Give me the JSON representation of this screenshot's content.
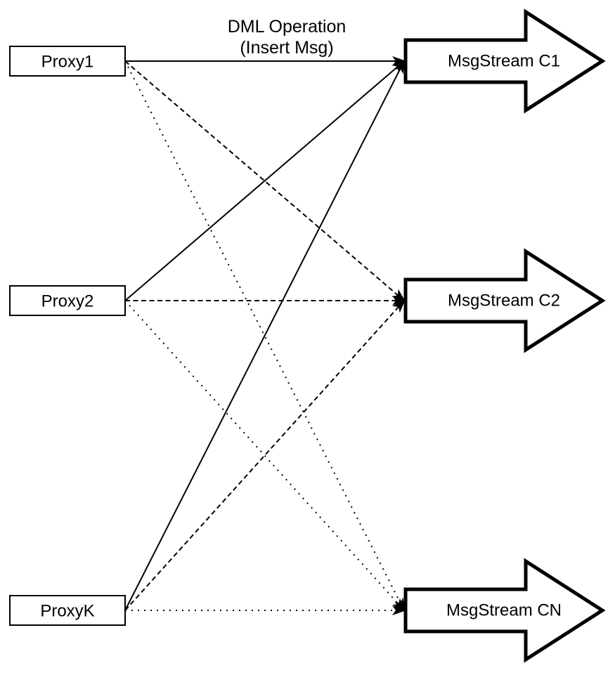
{
  "diagram": {
    "title": {
      "line1": "DML Operation",
      "line2": "(Insert Msg)"
    },
    "proxies": [
      {
        "label": "Proxy1"
      },
      {
        "label": "Proxy2"
      },
      {
        "label": "ProxyK"
      }
    ],
    "streams": [
      {
        "label": "MsgStream C1"
      },
      {
        "label": "MsgStream C2"
      },
      {
        "label": "MsgStream CN"
      }
    ],
    "edges": [
      {
        "from": "Proxy1",
        "to": "MsgStream C1",
        "style": "solid"
      },
      {
        "from": "Proxy2",
        "to": "MsgStream C1",
        "style": "solid"
      },
      {
        "from": "ProxyK",
        "to": "MsgStream C1",
        "style": "solid"
      },
      {
        "from": "Proxy1",
        "to": "MsgStream C2",
        "style": "dashed"
      },
      {
        "from": "Proxy2",
        "to": "MsgStream C2",
        "style": "dashed"
      },
      {
        "from": "ProxyK",
        "to": "MsgStream C2",
        "style": "dashed"
      },
      {
        "from": "Proxy1",
        "to": "MsgStream CN",
        "style": "dotted"
      },
      {
        "from": "Proxy2",
        "to": "MsgStream CN",
        "style": "dotted"
      },
      {
        "from": "ProxyK",
        "to": "MsgStream CN",
        "style": "dotted"
      }
    ],
    "colors": {
      "line": "#000000",
      "node_fill": "#ffffff",
      "text": "#000000",
      "background": "#ffffff"
    }
  }
}
